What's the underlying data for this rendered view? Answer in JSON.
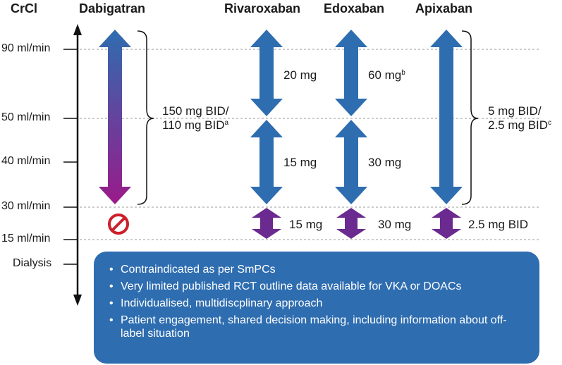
{
  "headers": {
    "crcl": "CrCl",
    "dabigatran": "Dabigatran",
    "rivaroxaban": "Rivaroxaban",
    "edoxaban": "Edoxaban",
    "apixaban": "Apixaban"
  },
  "axis_labels": [
    "90 ml/min",
    "50 ml/min",
    "40 ml/min",
    "30 ml/min",
    "15 ml/min",
    "Dialysis"
  ],
  "doses": {
    "dabigatran_line1": "150 mg BID/",
    "dabigatran_line2": "110 mg BID",
    "dabigatran_sup": "a",
    "rivaroxaban_high": "20 mg",
    "rivaroxaban_mid": "15 mg",
    "rivaroxaban_low": "15 mg",
    "edoxaban_high": "60 mg",
    "edoxaban_high_sup": "b",
    "edoxaban_mid": "30 mg",
    "edoxaban_low": "30 mg",
    "apixaban_line1": "5 mg BID/",
    "apixaban_line2": "2.5 mg BID",
    "apixaban_sup": "c",
    "apixaban_low": "2.5 mg BID"
  },
  "notes": [
    "Contraindicated as per SmPCs",
    "Very limited published RCT outline data available for VKA or DOACs",
    "Individualised, multidiscplinary approach",
    "Patient engagement, shared decision making, including information about off-label situation"
  ],
  "colors": {
    "blue_arrow": "#2e6db0",
    "purple_arrow": "#6b2a8f",
    "gradient_top": "#2e6db0",
    "gradient_bottom": "#9a1a8a",
    "prohibited": "#cc1f2a",
    "info_box": "#2e6db0"
  },
  "icons": [
    "prohibited-icon"
  ]
}
